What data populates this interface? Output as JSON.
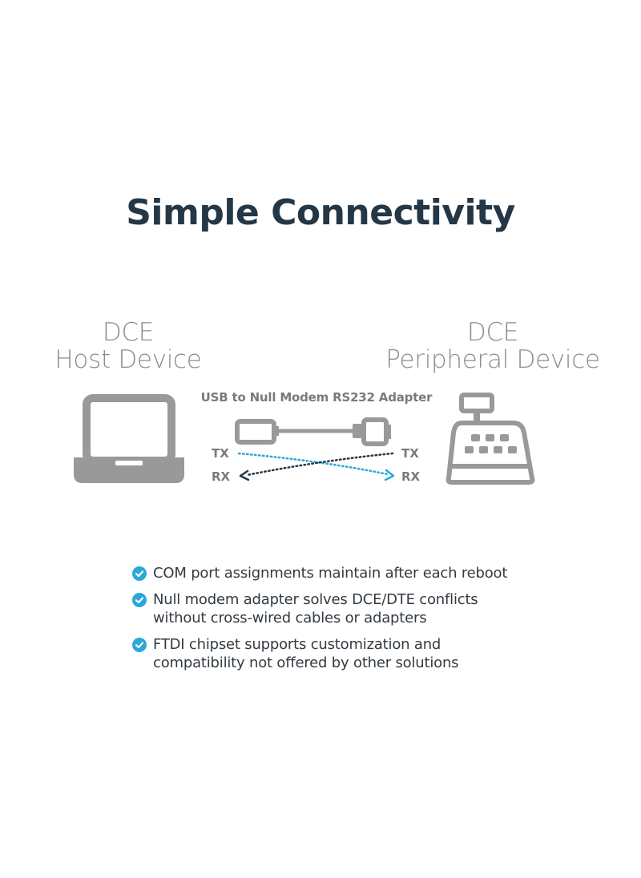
{
  "title": "Simple Connectivity",
  "host": {
    "line1": "DCE",
    "line2": "Host Device"
  },
  "peripheral": {
    "line1": "DCE",
    "line2": "Peripheral Device"
  },
  "adapter": {
    "label": "USB to Null Modem RS232 Adapter",
    "tx_left": "TX",
    "rx_left": "RX",
    "tx_right": "TX",
    "rx_right": "RX"
  },
  "colors": {
    "title": "#243746",
    "icon_gray": "#999999",
    "heading_gray": "#8c8c8c",
    "accent_blue": "#2aa8d8",
    "dark_line": "#243746"
  },
  "icons": {
    "host": "laptop-icon",
    "peripheral": "cash-register-icon",
    "cable": "cable-icon",
    "bullet": "check-circle-icon"
  },
  "features": [
    {
      "lines": [
        "COM port assignments maintain after each reboot"
      ]
    },
    {
      "lines": [
        "Null modem adapter solves DCE/DTE conflicts",
        "without cross-wired cables or adapters"
      ]
    },
    {
      "lines": [
        "FTDI chipset supports customization and",
        "compatibility not offered by other solutions"
      ]
    }
  ]
}
